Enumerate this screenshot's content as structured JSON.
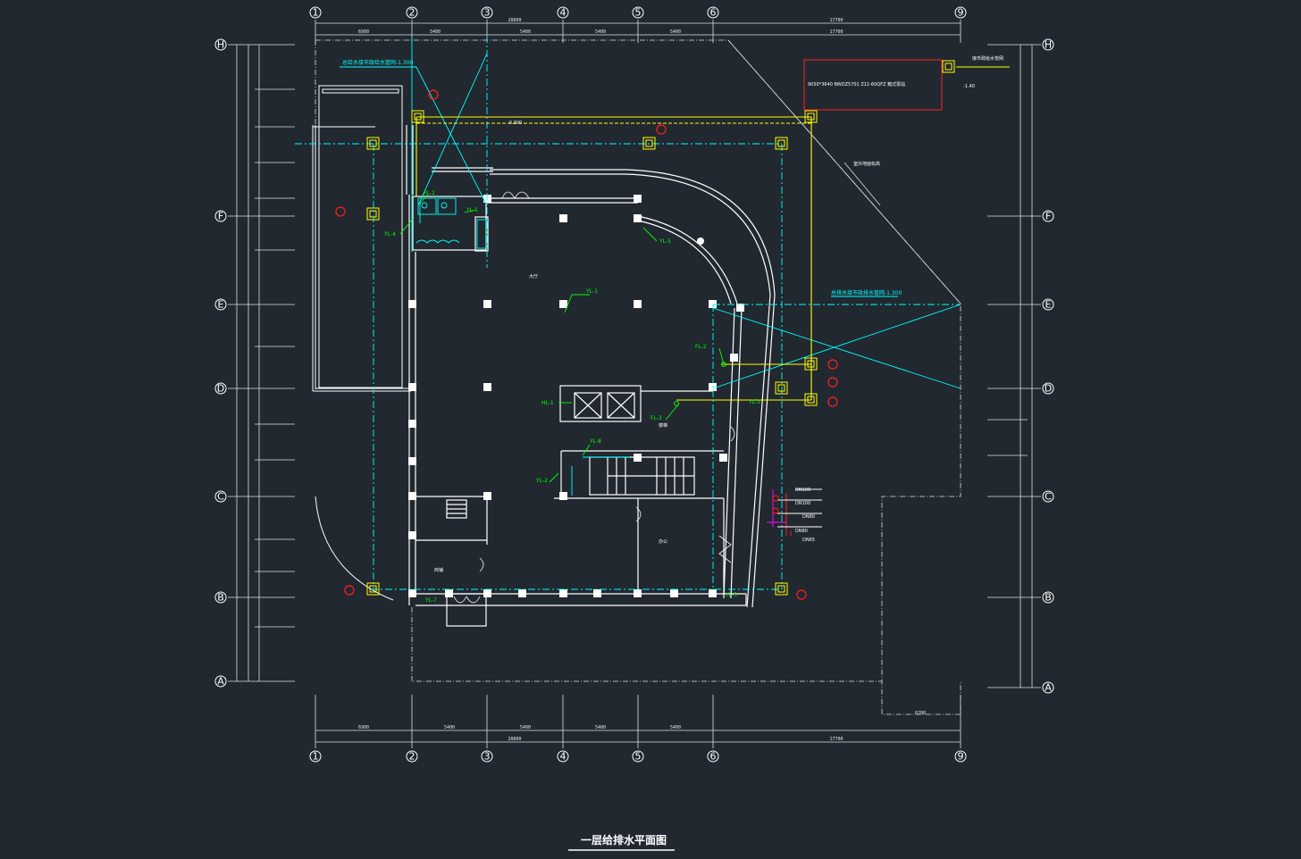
{
  "drawing": {
    "title": "一层给排水平面图",
    "background": "#212830"
  },
  "axes": {
    "columns": [
      "1",
      "2",
      "3",
      "4",
      "5",
      "6",
      "9"
    ],
    "rows": [
      "H",
      "F",
      "E",
      "D",
      "C",
      "B",
      "A"
    ]
  },
  "dimensions": {
    "top_total_left": "28800",
    "top_total_right": "17700",
    "top_spans": [
      "6900",
      "5400",
      "5400",
      "5400",
      "5400"
    ],
    "bottom_spans": [
      "6900",
      "5400",
      "5400",
      "5400",
      "5400"
    ],
    "bottom_total_left": "28800",
    "bottom_total_right": "17700",
    "bottom_misc": "6700"
  },
  "annotations": {
    "top_left_note": "总给水接市政给水管网-1.300",
    "right_note": "总排水接市政排水管网-1.300",
    "equipment_box": "9050*3640 BWDZ5701 Z11-60QFZ 箱式泵站",
    "top_right_note": "接市政给水管网",
    "top_right_label": "-1.40",
    "level_note": "-0.300",
    "slope_note": "室外地面标高",
    "room_hall": "大厅",
    "room_office": "办公",
    "room_shop": "商铺",
    "room_stair": "楼梯",
    "pipe_labels": [
      "PL-1",
      "YL-1",
      "YL-4",
      "YL-5",
      "YL-1",
      "FL-2",
      "FL-3",
      "HL-1",
      "YL-8",
      "YL-3",
      "YL-2",
      "YL-3",
      "YL-7"
    ],
    "valve_labels": [
      "DN100",
      "DN100",
      "DN80",
      "DN80",
      "DN65"
    ]
  },
  "colors": {
    "wall": "#ffffff",
    "water_supply": "#00ffff",
    "drain": "#ffff00",
    "label_green": "#00ff00",
    "alarm_red": "#ff0000",
    "magenta": "#ff00ff",
    "equipment_frame": "#ff2020"
  }
}
